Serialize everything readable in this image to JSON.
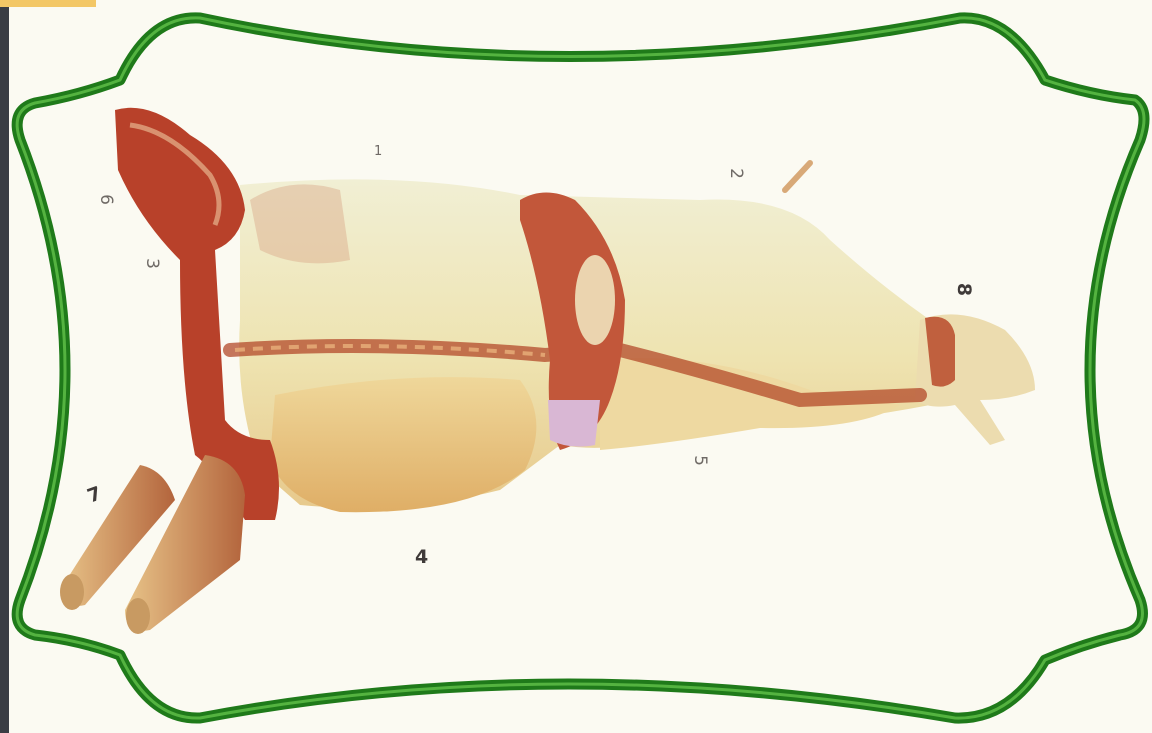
{
  "diagram": {
    "subject": "beef-carcass-cuts",
    "frame_color": "#2f8a24",
    "labels": [
      {
        "id": "label-1",
        "text": "1"
      },
      {
        "id": "label-2",
        "text": "2"
      },
      {
        "id": "label-3",
        "text": "3"
      },
      {
        "id": "label-4",
        "text": "4"
      },
      {
        "id": "label-5",
        "text": "5"
      },
      {
        "id": "label-6",
        "text": "6"
      },
      {
        "id": "label-7",
        "text": "7"
      },
      {
        "id": "label-8",
        "text": "8"
      }
    ]
  }
}
